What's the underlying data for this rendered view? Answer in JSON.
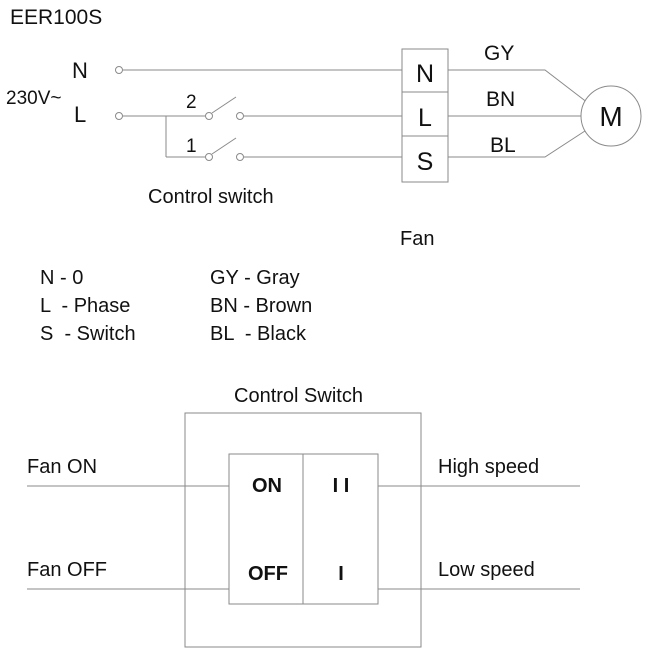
{
  "model": "EER100S",
  "supply": {
    "voltage_label": "230V~",
    "n_label": "N",
    "l_label": "L"
  },
  "switch_contacts": [
    "2",
    "1"
  ],
  "control_switch_caption": "Control switch",
  "terminals": [
    "N",
    "L",
    "S"
  ],
  "wires": [
    "GY",
    "BN",
    "BL"
  ],
  "motor_label": "M",
  "fan_caption": "Fan",
  "legend": {
    "terminals": [
      "N - 0",
      "L  - Phase",
      "S  - Switch"
    ],
    "colors": [
      "GY - Gray",
      "BN - Brown",
      "BL  - Black"
    ]
  },
  "control_panel": {
    "title": "Control Switch",
    "left_labels": [
      "Fan ON",
      "Fan OFF"
    ],
    "right_labels": [
      "High speed",
      "Low speed"
    ],
    "rocker_left": [
      "ON",
      "OFF"
    ],
    "rocker_right": [
      "I I",
      "I"
    ]
  }
}
